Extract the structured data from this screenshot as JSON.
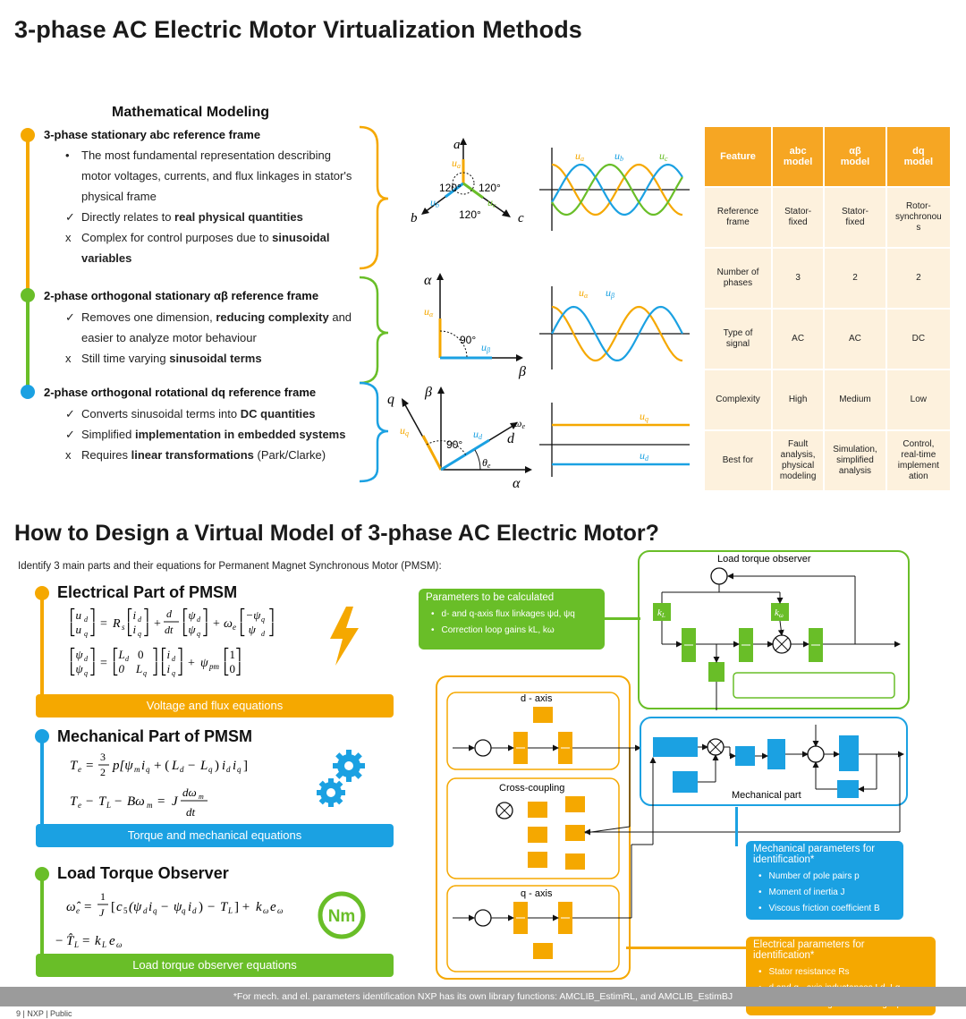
{
  "title": "3-phase AC Electric Motor Virtualization Methods",
  "modeling": {
    "heading": "Mathematical Modeling",
    "sections": [
      {
        "head": "3-phase stationary abc reference frame",
        "items": [
          {
            "mark": "•",
            "text": "The most fundamental representation describing"
          },
          {
            "mark": "",
            "text": "motor voltages, currents, and flux linkages in stator's"
          },
          {
            "mark": "",
            "text": "physical frame"
          },
          {
            "mark": "✓",
            "text": "Directly relates to ",
            "bold": "real physical quantities",
            "after": ""
          },
          {
            "mark": "x",
            "text": "Complex for control purposes due to ",
            "bold": "sinusoidal",
            "after": ""
          },
          {
            "mark": "",
            "text": "",
            "bold": "variables",
            "after": ""
          }
        ]
      },
      {
        "head": "2-phase orthogonal stationary αβ reference frame",
        "items": [
          {
            "mark": "✓",
            "text": "Removes one dimension, ",
            "bold": "reducing complexity",
            "after": " and"
          },
          {
            "mark": "",
            "text": "easier to analyze motor behaviour"
          },
          {
            "mark": "x",
            "text": "Still time varying ",
            "bold": "sinusoidal terms",
            "after": ""
          }
        ]
      },
      {
        "head": "2-phase orthogonal rotational dq reference frame",
        "items": [
          {
            "mark": "✓",
            "text": "Converts sinusoidal terms into ",
            "bold": "DC quantities",
            "after": ""
          },
          {
            "mark": "✓",
            "text": "Simplified ",
            "bold": "implementation in embedded systems",
            "after": ""
          },
          {
            "mark": "x",
            "text": "Requires ",
            "bold": "linear transformations",
            "after": " (Park/Clarke)"
          }
        ]
      }
    ]
  },
  "frames": {
    "abc": {
      "a": "a",
      "b": "b",
      "c": "c",
      "ua": "u",
      "ua_sub": "a",
      "ub": "u",
      "ub_sub": "b",
      "uc": "u",
      "uc_sub": "c",
      "ang1": "120°",
      "ang2": "120°",
      "ang3": "120°"
    },
    "ab": {
      "alpha": "α",
      "beta": "β",
      "ang": "90°",
      "ualpha": "u",
      "ualpha_sub": "α",
      "ubeta": "u",
      "ubeta_sub": "β"
    },
    "dq": {
      "q": "q",
      "d": "d",
      "alpha": "α",
      "beta": "β",
      "ang": "90°",
      "uq": "u",
      "uq_sub": "q",
      "ud": "u",
      "ud_sub": "d",
      "omega": "ω",
      "omega_sub": "e",
      "theta": "θ",
      "theta_sub": "e"
    }
  },
  "waves": {
    "abc": [
      "u",
      "u",
      "u"
    ],
    "abc_sub": [
      "a",
      "b",
      "c"
    ],
    "ab": [
      "u",
      "u"
    ],
    "ab_sub": [
      "α",
      "β"
    ],
    "dq": [
      "u",
      "u"
    ],
    "dq_sub": [
      "q",
      "d"
    ]
  },
  "table": {
    "headers": [
      "Feature",
      "abc\nmodel",
      "αβ\nmodel",
      "dq\nmodel"
    ],
    "rows": [
      [
        "Reference\nframe",
        "Stator-\nfixed",
        "Stator-\nfixed",
        "Rotor-\nsynchronou\ns"
      ],
      [
        "Number of\nphases",
        "3",
        "2",
        "2"
      ],
      [
        "Type of\nsignal",
        "AC",
        "AC",
        "DC"
      ],
      [
        "Complexity",
        "High",
        "Medium",
        "Low"
      ],
      [
        "Best for",
        "Fault\nanalysis,\nphysical\nmodeling",
        "Simulation,\nsimplified\nanalysis",
        "Control,\nreal-time\nimplement\nation"
      ]
    ]
  },
  "title2": "How to Design a Virtual Model of 3-phase AC Electric Motor?",
  "subtitle": "Identify 3 main parts and their equations for Permanent Magnet Synchronous Motor (PMSM):",
  "parts": {
    "electrical": {
      "title": "Electrical Part of PMSM",
      "band": "Voltage and flux equations"
    },
    "mechanical": {
      "title": "Mechanical Part of PMSM",
      "band": "Torque and mechanical equations"
    },
    "observer": {
      "title": "Load Torque Observer",
      "band": "Load torque observer equations",
      "badge": "Nm"
    }
  },
  "params_calc": {
    "title": "Parameters to be calculated",
    "items": [
      "d- and q-axis flux linkages ψd, ψq",
      "Correction loop gains kL, kω"
    ]
  },
  "mech_params": {
    "title": "Mechanical parameters for identification*",
    "items": [
      "Number of pole pairs p",
      "Moment of inertia J",
      "Viscous friction coefficient B"
    ]
  },
  "elec_params": {
    "title": "Electrical parameters for identification*",
    "items": [
      "Stator resistance Rs",
      "d and q - axis inductances Ld, Lq",
      "Permanent magnet flux linkage ψm"
    ]
  },
  "diagram": {
    "observer_label": "Load torque observer",
    "d_axis": "d - axis",
    "cross": "Cross-coupling",
    "q_axis": "q - axis",
    "mech": "Mechanical part",
    "kL": "k",
    "kL_sub": "L",
    "kw": "k",
    "kw_sub": "ω"
  },
  "footer": "*For mech. and el. parameters identification NXP has its own library functions: AMCLIB_EstimRL, and AMCLIB_EstimBJ",
  "page_foot": "9   | NXP | Public",
  "colors": {
    "orange": "#f5a800",
    "green": "#69be28",
    "blue": "#1ba1e2",
    "table_head": "#f6a623",
    "table_cell": "#fdf1dd"
  }
}
